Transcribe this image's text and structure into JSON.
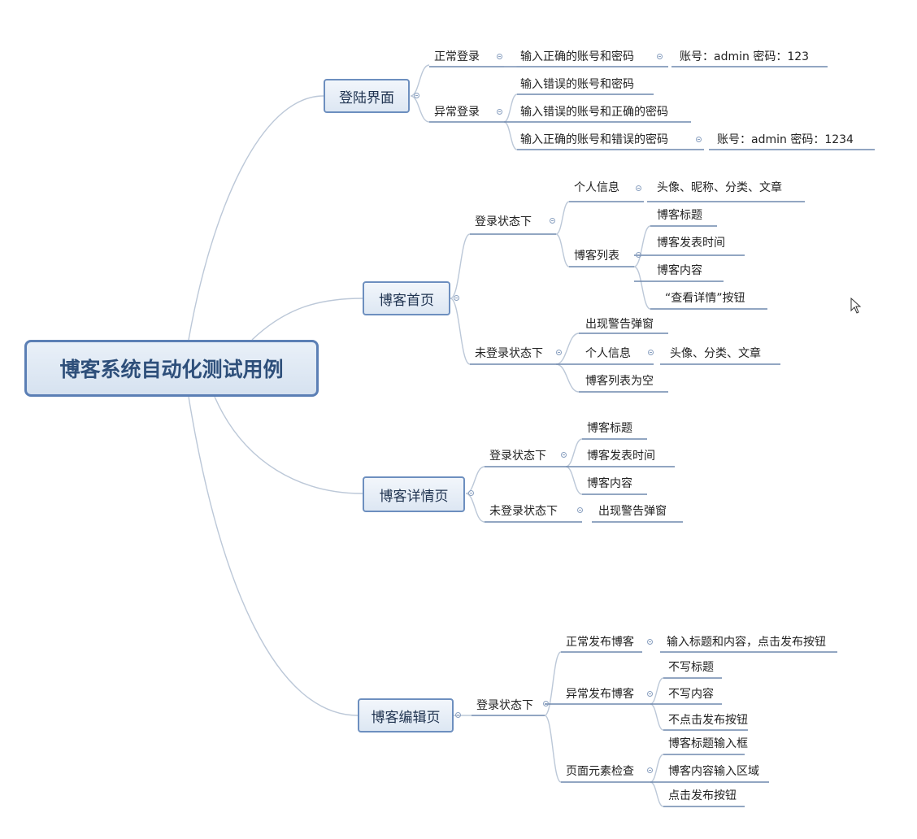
{
  "title": "博客系统自动化测试用例",
  "sections": {
    "login": {
      "label": "登陆界面",
      "normal": "正常登录",
      "normal_case": "输入正确的账号和密码",
      "normal_case_detail": "账号：admin 密码：123",
      "abnormal": "异常登录",
      "abnormal_cases": [
        "输入错误的账号和密码",
        "输入错误的账号和正确的密码",
        "输入正确的账号和错误的密码"
      ],
      "abnormal_case_detail": "账号：admin 密码：1234"
    },
    "home": {
      "label": "博客首页",
      "logged_in": "登录状态下",
      "personal_info": "个人信息",
      "personal_info_detail": "头像、昵称、分类、文章",
      "blog_list": "博客列表",
      "blog_list_items": [
        "博客标题",
        "博客发表时间",
        "博客内容",
        "“查看详情”按钮"
      ],
      "logged_out": "未登录状态下",
      "warning": "出现警告弹窗",
      "personal_info2": "个人信息",
      "personal_info2_detail": "头像、分类、文章",
      "empty_list": "博客列表为空"
    },
    "detail": {
      "label": "博客详情页",
      "logged_in": "登录状态下",
      "items": [
        "博客标题",
        "博客发表时间",
        "博客内容"
      ],
      "logged_out": "未登录状态下",
      "warning": "出现警告弹窗"
    },
    "edit": {
      "label": "博客编辑页",
      "logged_in": "登录状态下",
      "normal_publish": "正常发布博客",
      "normal_publish_detail": "输入标题和内容，点击发布按钮",
      "abnormal_publish": "异常发布博客",
      "abnormal_items": [
        "不写标题",
        "不写内容",
        "不点击发布按钮"
      ],
      "element_check": "页面元素检查",
      "element_items": [
        "博客标题输入框",
        "博客内容输入区域",
        "点击发布按钮"
      ]
    }
  },
  "colors": {
    "line": "#bcc8d8",
    "underline": "#6f88ad",
    "root_border": "#5b7fb5"
  },
  "icons": {
    "toggle": "collapse-toggle-icon",
    "cursor": "mouse-cursor-icon"
  }
}
